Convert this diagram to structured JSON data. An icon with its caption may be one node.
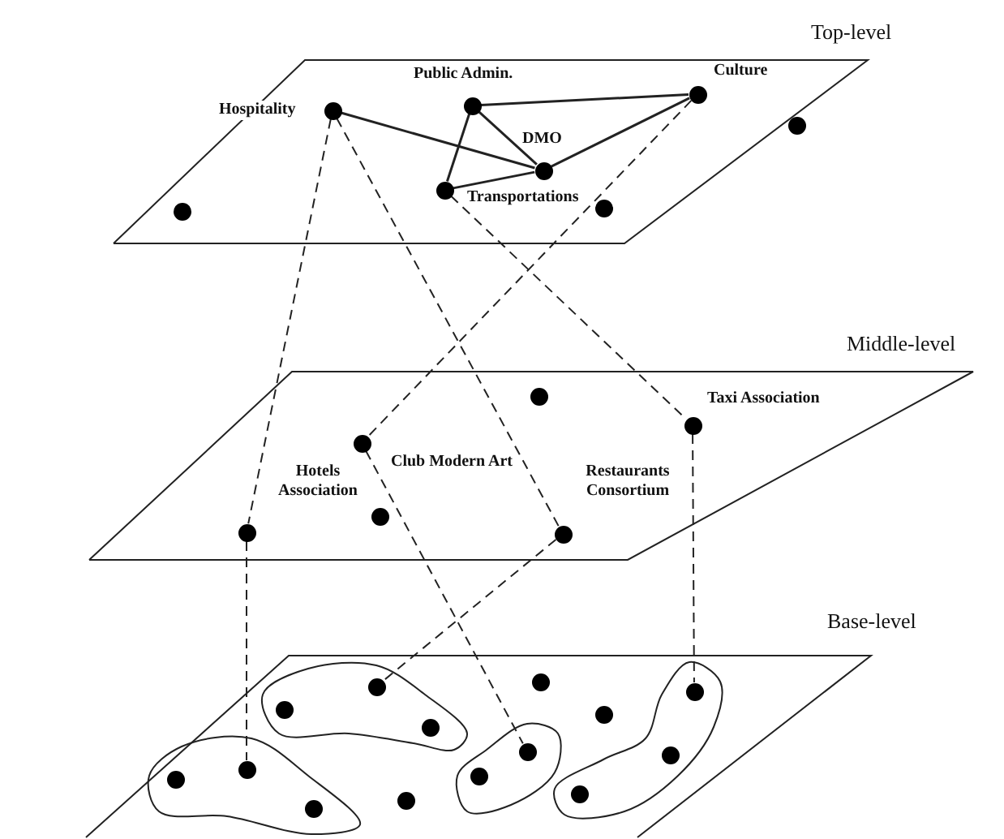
{
  "diagram": {
    "nodes": [
      {
        "text": [
          "Top-level"
        ]
      },
      {
        "text": [
          "Public Admin."
        ],
        "in": 0
      },
      {
        "text": [
          "Culture"
        ],
        "in": 0
      },
      {
        "text": [
          "Hospitality"
        ],
        "in": 0
      },
      {
        "text": [
          "DMO"
        ],
        "in": 0
      },
      {
        "text": [],
        "shape": "circle",
        "in": 0
      },
      {
        "text": [
          "Transportations"
        ],
        "in": 0
      },
      {
        "text": [],
        "shape": "circle",
        "in": 0
      },
      {
        "text": [],
        "shape": "circle",
        "in": 0
      },
      {
        "text": [
          "Middle-level"
        ]
      },
      {
        "text": [],
        "shape": "circle",
        "in": 9
      },
      {
        "text": [
          "Taxi Association"
        ],
        "in": 9
      },
      {
        "text": [
          "Club Modern Art"
        ],
        "in": 9
      },
      {
        "text": [
          "Hotels Association"
        ],
        "in": 9
      },
      {
        "text": [
          "Restaurants Consortium"
        ],
        "in": 9
      },
      {
        "text": [],
        "shape": "circle",
        "in": 9
      },
      {
        "text": [
          "Base-level"
        ]
      },
      {
        "text": [],
        "shape": "blob",
        "in": 16
      },
      {
        "text": [],
        "shape": "circle",
        "in": 17
      },
      {
        "text": [],
        "shape": "circle",
        "in": 17
      },
      {
        "text": [],
        "shape": "circle",
        "in": 17
      },
      {
        "text": [],
        "shape": "blob",
        "in": 16
      },
      {
        "text": [],
        "shape": "circle",
        "in": 21
      },
      {
        "text": [],
        "shape": "circle",
        "in": 21
      },
      {
        "text": [],
        "shape": "circle",
        "in": 21
      },
      {
        "text": [],
        "shape": "blob",
        "in": 16
      },
      {
        "text": [],
        "shape": "circle",
        "in": 25
      },
      {
        "text": [],
        "shape": "circle",
        "in": 25
      },
      {
        "text": [],
        "shape": "blob",
        "in": 16
      },
      {
        "text": [],
        "shape": "circle",
        "in": 28
      },
      {
        "text": [],
        "shape": "circle",
        "in": 28
      },
      {
        "text": [],
        "shape": "circle",
        "in": 28
      },
      {
        "text": [],
        "shape": "circle",
        "in": 16
      },
      {
        "text": [],
        "shape": "circle",
        "in": 16
      },
      {
        "text": [],
        "shape": "circle",
        "in": 16
      }
    ],
    "edges": [
      {
        "from": 3,
        "to": 4,
        "arrow": "none"
      },
      {
        "from": 1,
        "to": 2,
        "arrow": "none"
      },
      {
        "from": 1,
        "to": 4,
        "arrow": "none"
      },
      {
        "from": 1,
        "to": 6,
        "arrow": "none"
      },
      {
        "from": 6,
        "to": 4,
        "arrow": "none"
      },
      {
        "from": 4,
        "to": 2,
        "arrow": "none"
      },
      {
        "from": 3,
        "to": 13,
        "arrow": "none",
        "style": "dashed"
      },
      {
        "from": 3,
        "to": 14,
        "arrow": "none",
        "style": "dashed"
      },
      {
        "from": 2,
        "to": 12,
        "arrow": "none",
        "style": "dashed"
      },
      {
        "from": 6,
        "to": 11,
        "arrow": "none",
        "style": "dashed"
      },
      {
        "from": 13,
        "to": 29,
        "arrow": "none",
        "style": "dashed"
      },
      {
        "from": 12,
        "to": 26,
        "arrow": "none",
        "style": "dashed"
      },
      {
        "from": 14,
        "to": 18,
        "arrow": "none",
        "style": "dashed"
      },
      {
        "from": 11,
        "to": 22,
        "arrow": "none",
        "style": "dashed"
      }
    ]
  }
}
